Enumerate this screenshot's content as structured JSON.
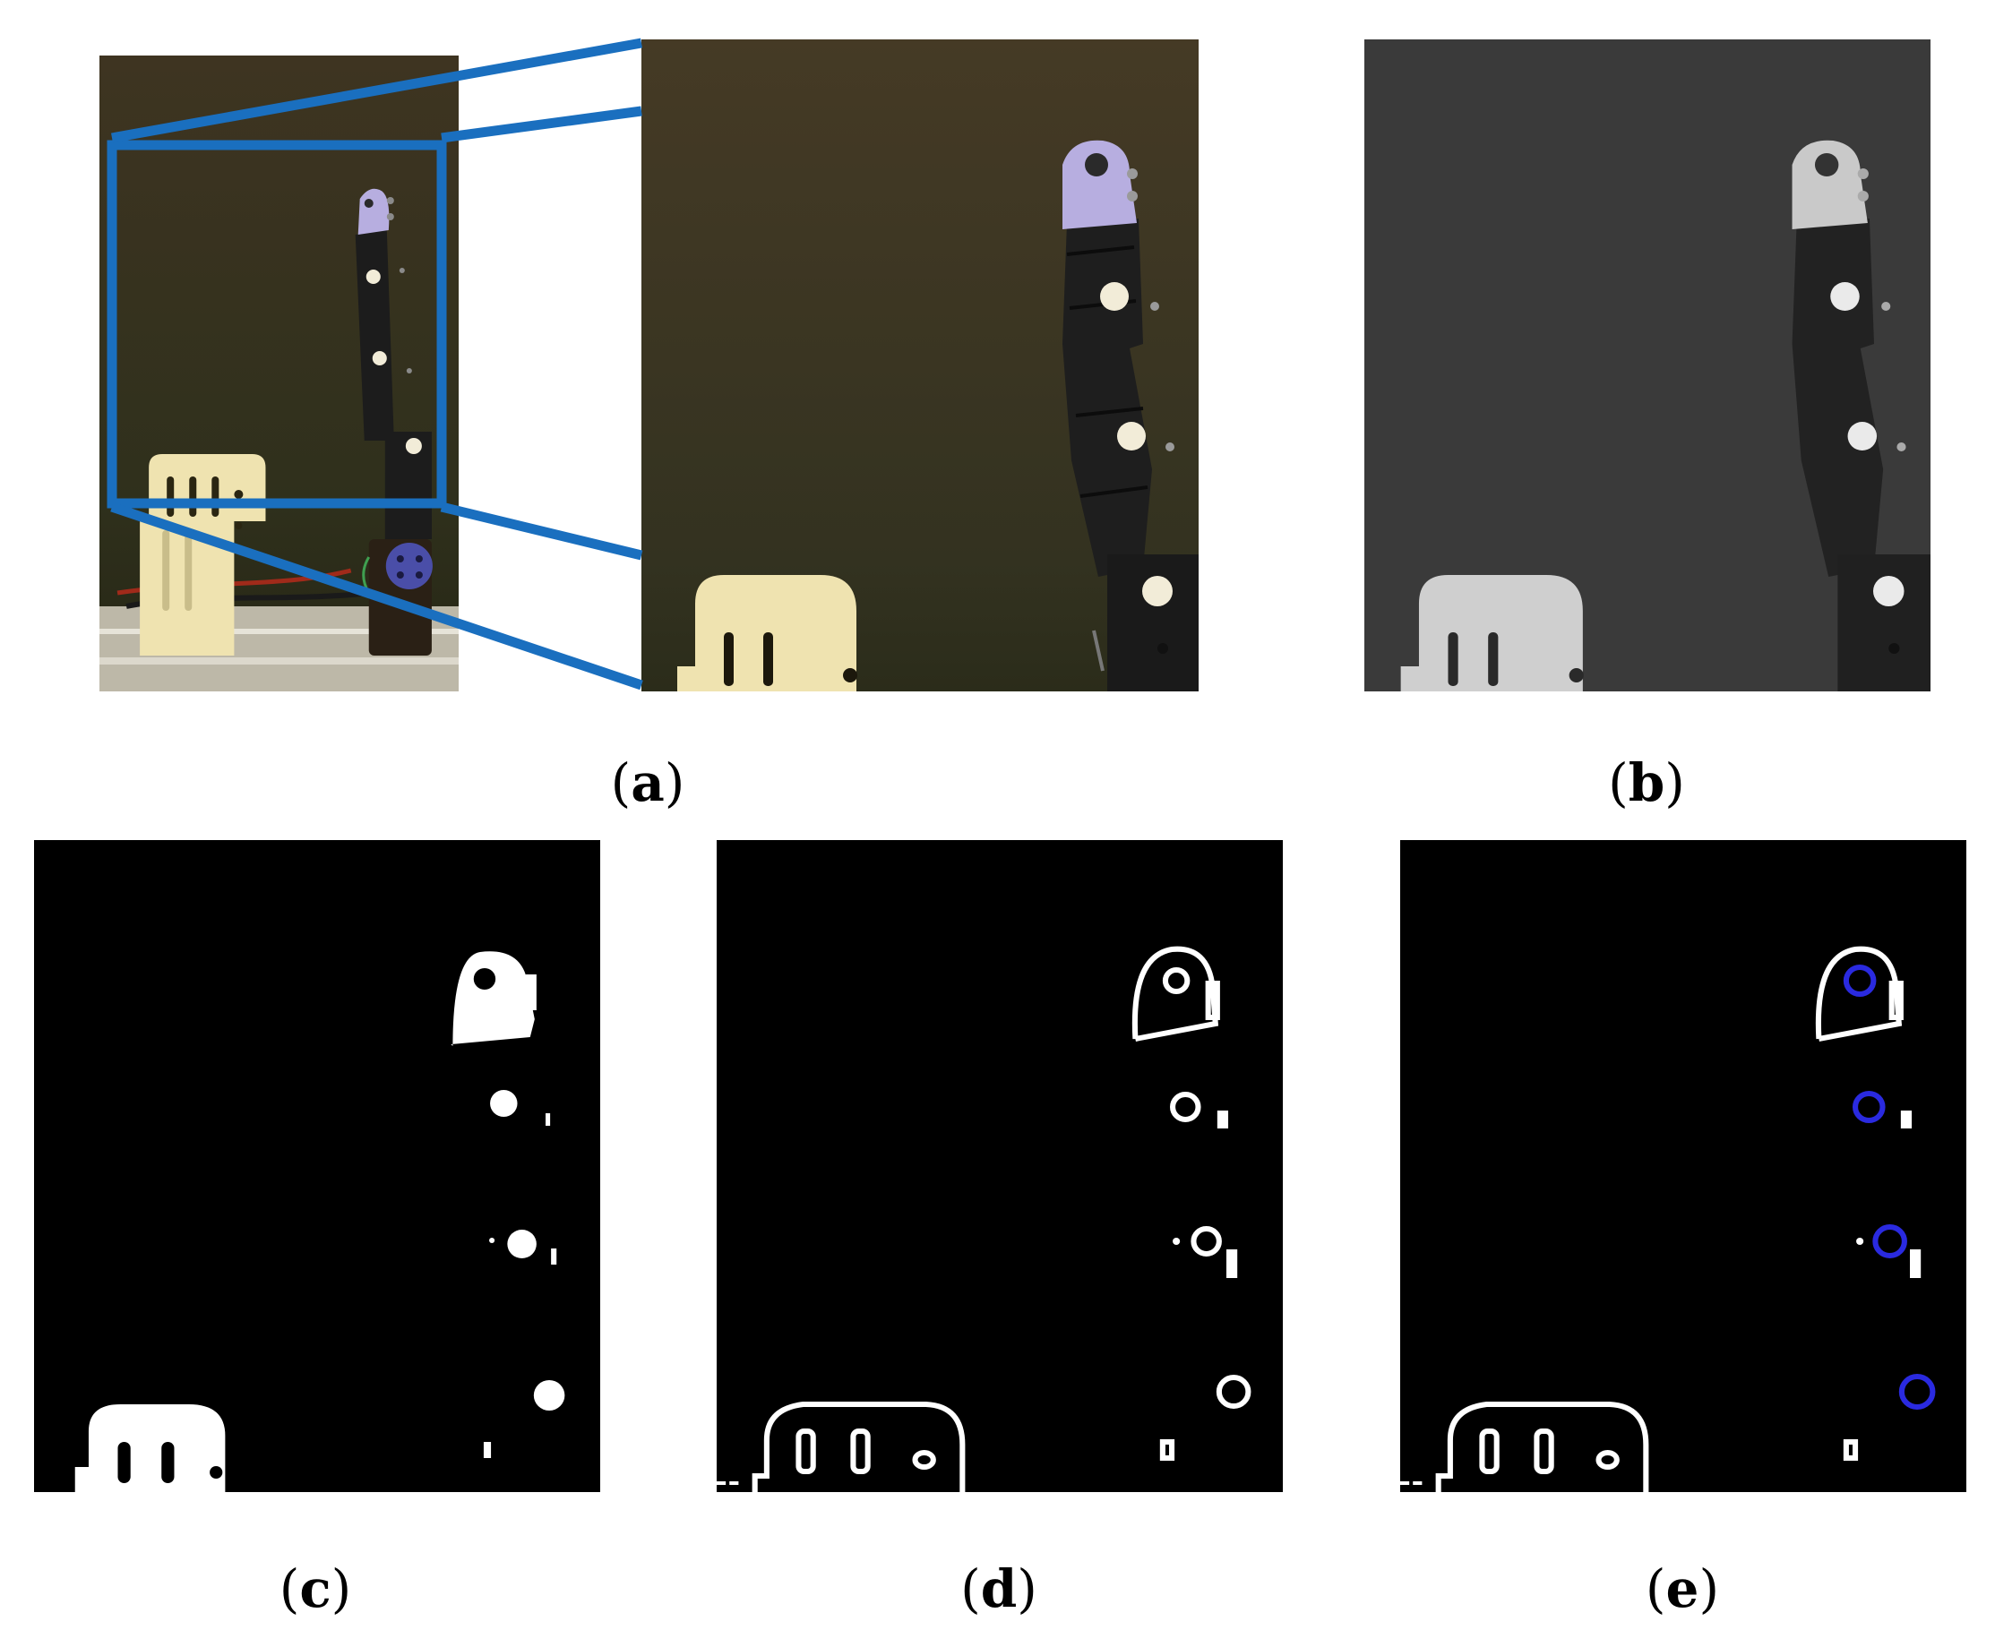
{
  "figure": {
    "panels": [
      {
        "id": "a",
        "label": "a",
        "kind": "photo-overview"
      },
      {
        "id": "a-zoom",
        "label": "",
        "kind": "photo-crop"
      },
      {
        "id": "b",
        "label": "b",
        "kind": "grayscale"
      },
      {
        "id": "c",
        "label": "c",
        "kind": "binary-threshold"
      },
      {
        "id": "d",
        "label": "d",
        "kind": "edge-contours"
      },
      {
        "id": "e",
        "label": "e",
        "kind": "detected-circles"
      }
    ],
    "colors": {
      "zoom_box": "#1a6fbf",
      "photo_background": "#3d3420",
      "finger_body": "#1a1a1a",
      "fingertip": "#b7aee0",
      "marker_dot": "#f2ecd8",
      "bracket": "#efe3b0",
      "detection_circle": "#2a2ae0",
      "binary_background": "#000000",
      "binary_foreground": "#ffffff"
    },
    "icons": [
      "robotic-finger",
      "marker-dot",
      "mounting-bracket"
    ]
  }
}
